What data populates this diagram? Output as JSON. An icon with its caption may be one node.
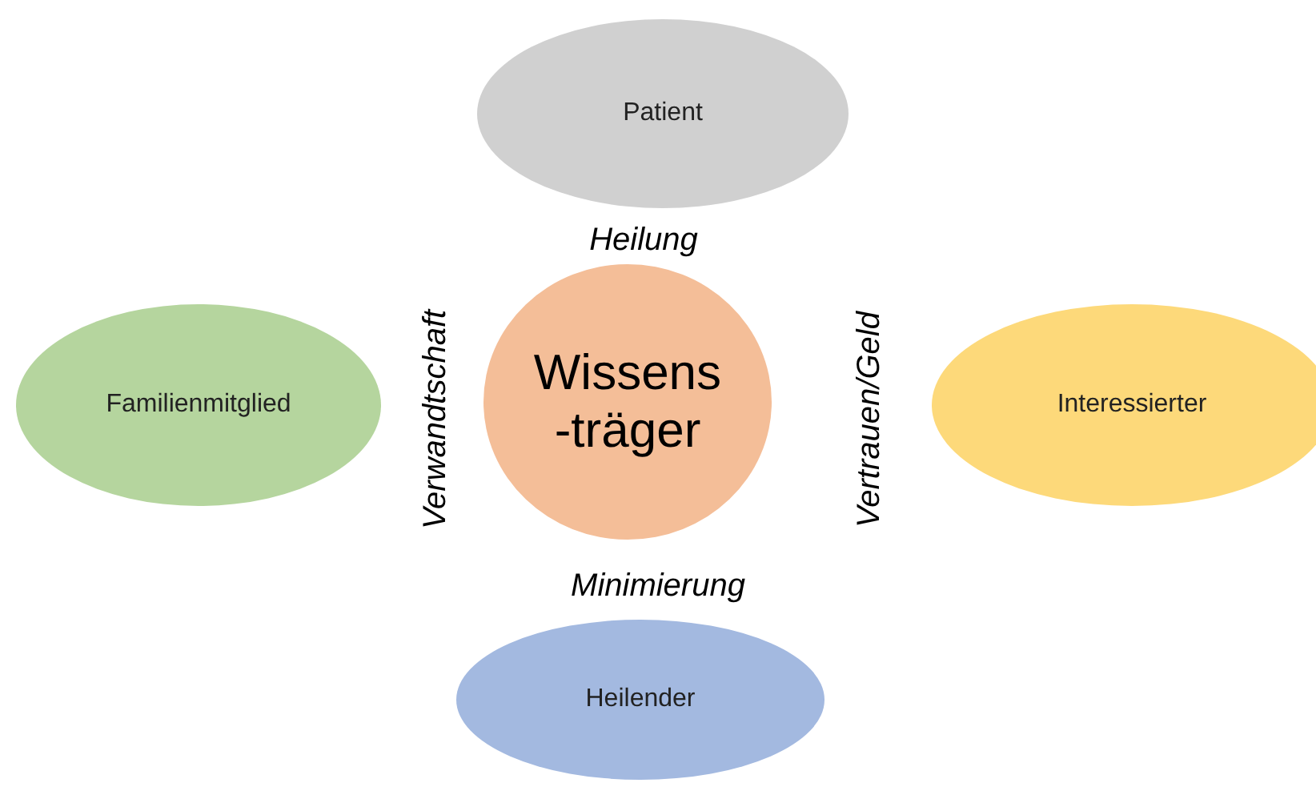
{
  "diagram": {
    "nodes": [
      {
        "text": [
          "Patient"
        ]
      },
      {
        "text": [
          "Familienmitglied"
        ]
      },
      {
        "text": [
          "Wissens -träger"
        ]
      },
      {
        "text": [
          "Interessierter"
        ]
      },
      {
        "text": [
          "Heilender"
        ]
      }
    ],
    "labels": [
      "Heilung",
      "Verwandtschaft",
      "Vertrauen/Geld",
      "Minimierung"
    ]
  }
}
